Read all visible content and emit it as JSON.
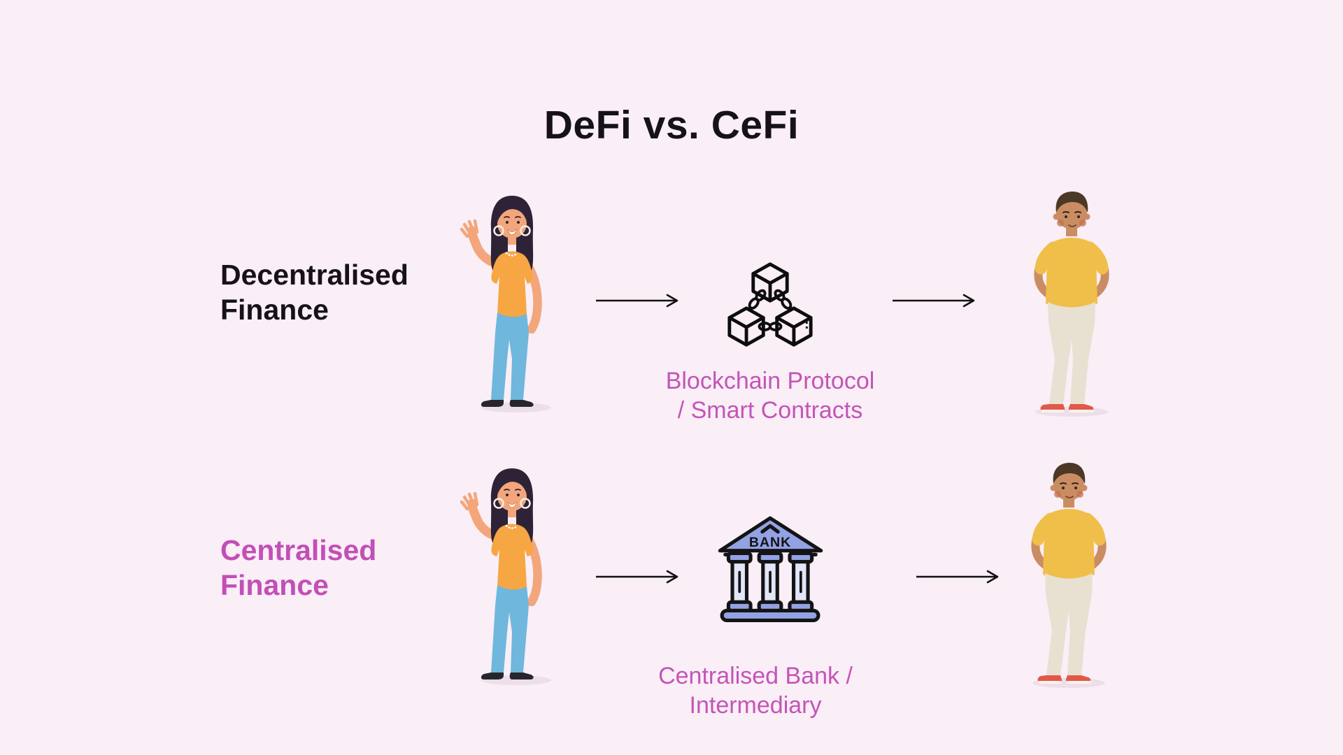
{
  "title": "DeFi vs. CeFi",
  "rows": [
    {
      "id": "defi",
      "label_line1": "Decentralised",
      "label_line2": "Finance",
      "caption_line1": "Blockchain Protocol",
      "caption_line2": "/ Smart Contracts",
      "icon": "blockchain-icon",
      "left_figure": "woman-waving-illustration",
      "right_figure": "man-standing-illustration"
    },
    {
      "id": "cefi",
      "label_line1": "Centralised",
      "label_line2": "Finance",
      "caption_line1": "Centralised Bank /",
      "caption_line2": "Intermediary",
      "icon": "bank-icon",
      "icon_text": "BANK",
      "left_figure": "woman-waving-illustration",
      "right_figure": "man-standing-illustration"
    }
  ],
  "colors": {
    "background": "#FAEEF7",
    "ink": "#15121A",
    "accent_pink": "#C355B7",
    "bank_blue": "#93A2E4",
    "bank_light": "#E2E6F8",
    "shirt_orange": "#F7A644",
    "pants_blue": "#6FB7DC",
    "shirt_yellow": "#EFBF4A",
    "pants_cream": "#E8E0D1",
    "sneaker_red": "#E2584A"
  }
}
